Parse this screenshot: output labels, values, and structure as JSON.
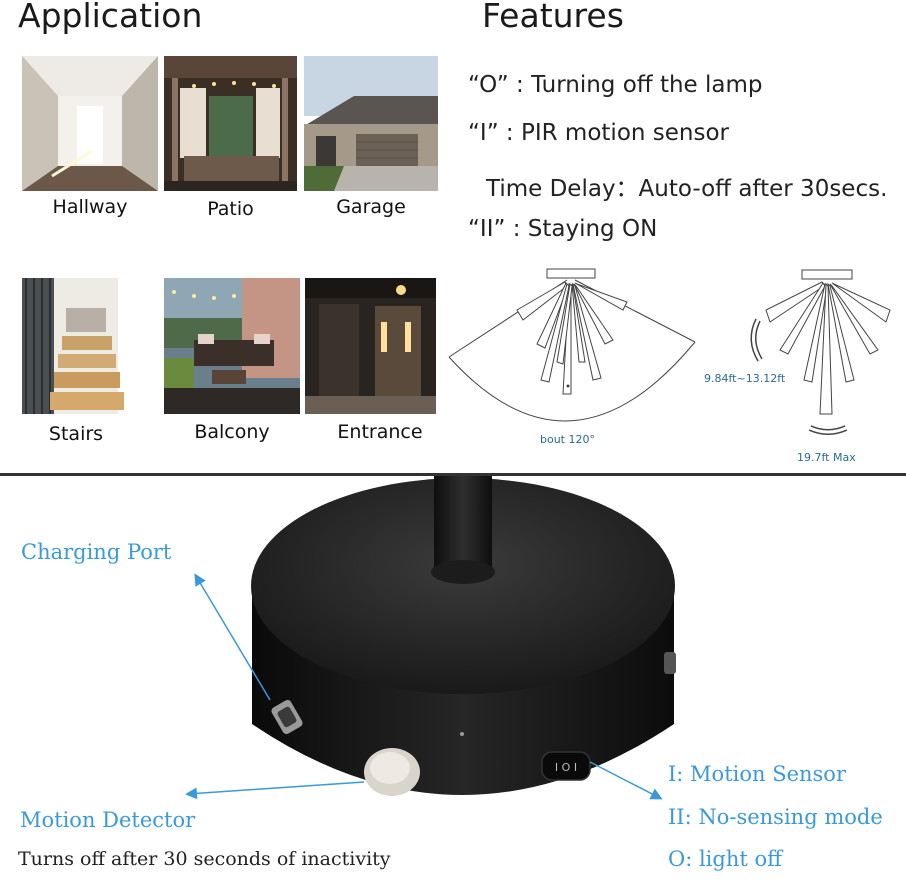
{
  "application": {
    "title": "Application",
    "photos": [
      {
        "caption": "Hallway"
      },
      {
        "caption": "Patio"
      },
      {
        "caption": "Garage"
      },
      {
        "caption": "Stairs"
      },
      {
        "caption": "Balcony"
      },
      {
        "caption": "Entrance"
      }
    ]
  },
  "features": {
    "title": "Features",
    "lines": [
      "“O” : Turning off the lamp",
      "“I” : PIR motion sensor",
      "Time Delay：Auto-off after 30secs.",
      "“II” : Staying ON"
    ],
    "diagram": {
      "angle_label": "bout 120°",
      "height_label": "9.84ft~13.12ft",
      "range_label": "19.7ft Max"
    }
  },
  "product": {
    "charging_port": "Charging Port",
    "motion_detector": "Motion Detector",
    "inactivity_note": "Turns off after 30 seconds of inactivity",
    "switch_modes": [
      "I: Motion Sensor",
      "II: No-sensing mode",
      "O: light off"
    ],
    "switch_marking": "I O I"
  },
  "colors": {
    "accent_blue": "#3a9ad9",
    "diagram_blue": "#2a6b8f"
  }
}
